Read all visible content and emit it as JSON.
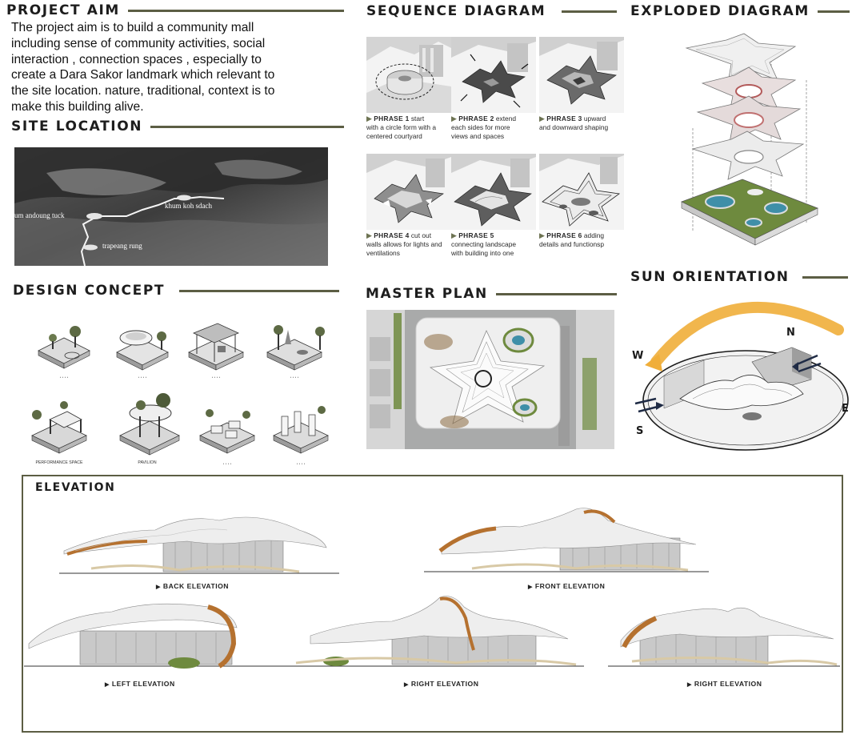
{
  "headings": {
    "project_aim": "PROJECT AIM",
    "site_location": "SITE LOCATION",
    "design_concept": "DESIGN CONCEPT",
    "sequence_diagram": "SEQUENCE DIAGRAM",
    "master_plan": "MASTER PLAN",
    "exploded_diagram": "EXPLODED DIAGRAM",
    "sun_orientation": "SUN ORIENTATION",
    "elevation": "ELEVATION"
  },
  "project_aim": {
    "lines": [
      "The project aim is to build a community mall",
      "including  sense of community activities, social",
      "interaction , connection spaces , especially to",
      "create a Dara Sakor landmark which relevant to",
      "the site location. nature, traditional, context is to",
      "make this building alive."
    ]
  },
  "site_map": {
    "labels": [
      "khum koh sdach",
      "um  andoung tuck",
      "trapeang rung"
    ]
  },
  "sequence": [
    {
      "phrase": "PHRASE 1",
      "lines": [
        " start",
        "with a circle form with a",
        "centered courtyard"
      ]
    },
    {
      "phrase": "PHRASE 2",
      "lines": [
        " extend",
        "each sides for more",
        "views and spaces"
      ]
    },
    {
      "phrase": "PHRASE 3",
      "lines": [
        " upward",
        "and downward shaping",
        ""
      ]
    },
    {
      "phrase": "PHRASE 4",
      "lines": [
        " cut out",
        "walls allows for lights and",
        "ventilations"
      ]
    },
    {
      "phrase": "PHRASE 5",
      "lines": [
        "",
        "connecting landscape",
        "with building into one"
      ]
    },
    {
      "phrase": "PHRASE 6",
      "lines": [
        " adding",
        "details and functionsp",
        ""
      ]
    }
  ],
  "concept": {
    "labels": [
      "PERFORMANCE SPACE",
      "PAVILION"
    ]
  },
  "sun": {
    "directions": {
      "n": "N",
      "w": "W",
      "e": "E",
      "s": "S"
    }
  },
  "elevations": {
    "back": "BACK ELEVATION",
    "front": "FRONT ELEVATION",
    "left": "LEFT ELEVATION",
    "right_1": "RIGHT ELEVATION",
    "right_2": "RIGHT ELEVATION"
  },
  "colors": {
    "accent_rule": "#5c5e44",
    "wood": "#b5712f",
    "sun_arc": "#f0ae3a",
    "water": "#3f8fa8",
    "greenery": "#6e8a3e"
  }
}
